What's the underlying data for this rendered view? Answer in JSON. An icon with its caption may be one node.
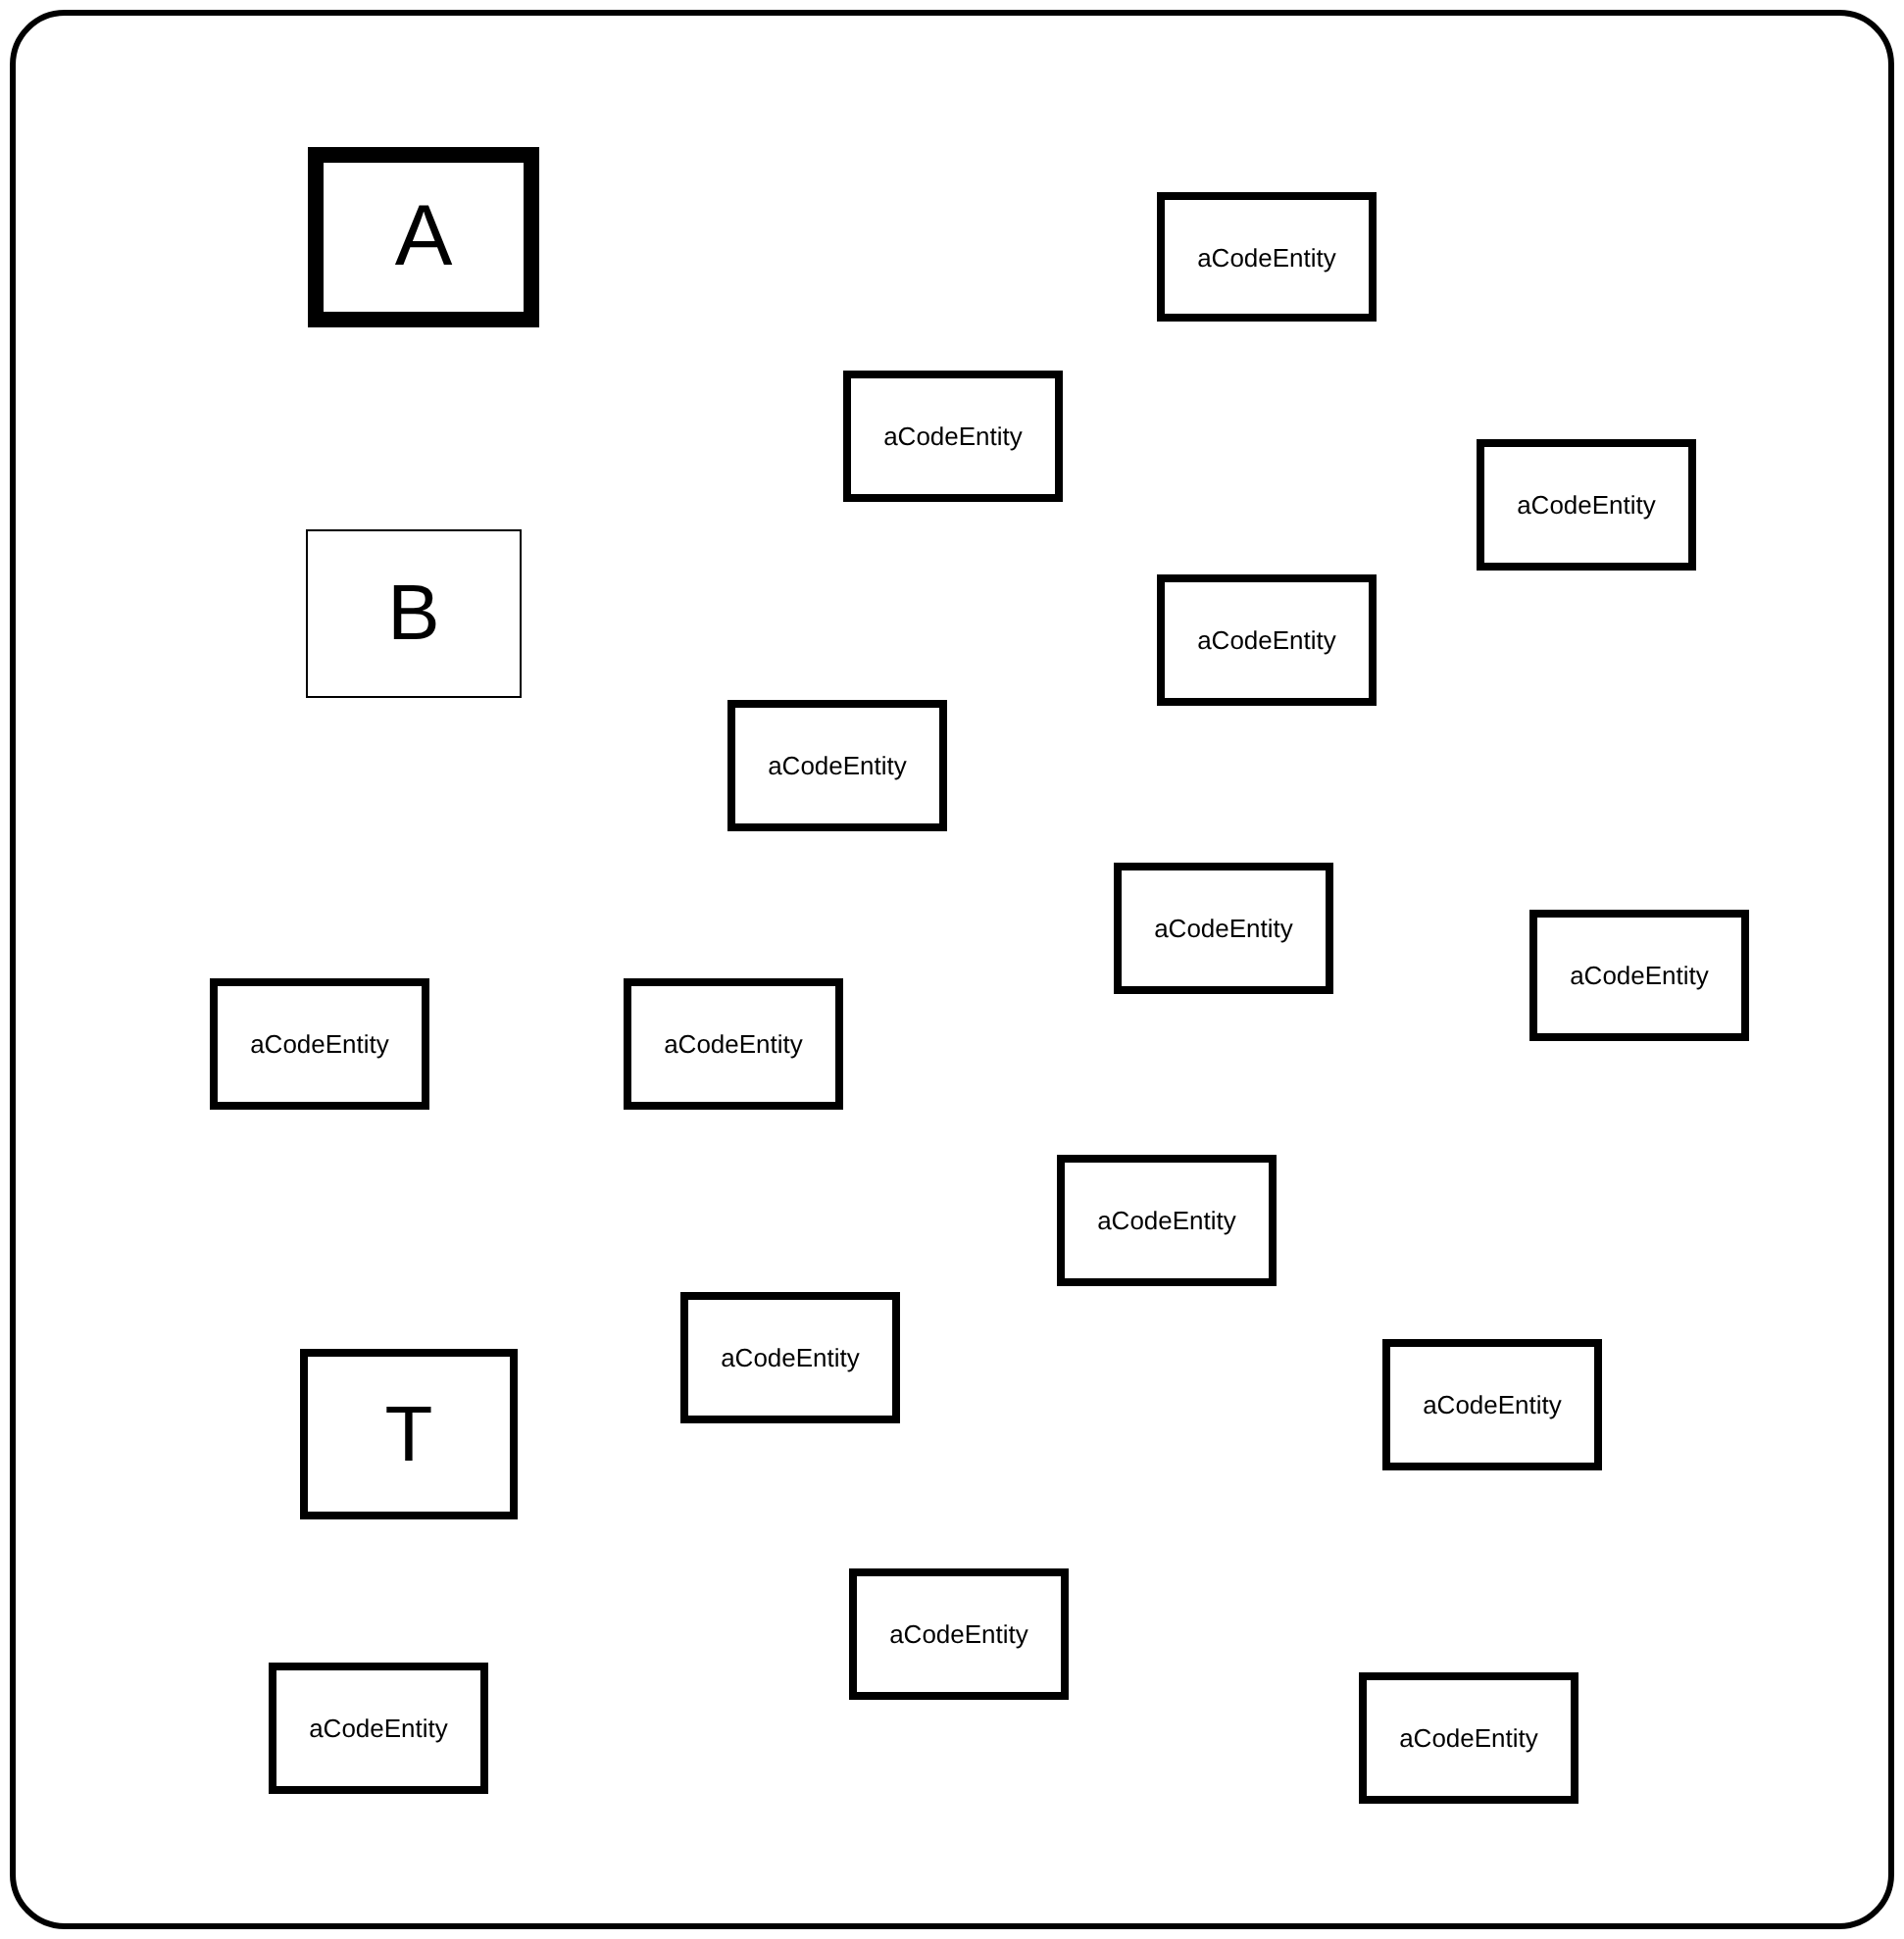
{
  "diagram": {
    "nodes": [
      {
        "text": [
          "A"
        ]
      },
      {
        "text": [
          "aCodeEntity"
        ]
      },
      {
        "text": [
          "aCodeEntity"
        ]
      },
      {
        "text": [
          "aCodeEntity"
        ]
      },
      {
        "text": [
          "B"
        ]
      },
      {
        "text": [
          "aCodeEntity"
        ]
      },
      {
        "text": [
          "aCodeEntity"
        ]
      },
      {
        "text": [
          "aCodeEntity"
        ]
      },
      {
        "text": [
          "aCodeEntity"
        ]
      },
      {
        "text": [
          "aCodeEntity"
        ]
      },
      {
        "text": [
          "aCodeEntity"
        ]
      },
      {
        "text": [
          "aCodeEntity"
        ]
      },
      {
        "text": [
          "aCodeEntity"
        ]
      },
      {
        "text": [
          "aCodeEntity"
        ]
      },
      {
        "text": [
          "T"
        ]
      },
      {
        "text": [
          "aCodeEntity"
        ]
      },
      {
        "text": [
          "aCodeEntity"
        ]
      },
      {
        "text": [
          "aCodeEntity"
        ]
      }
    ]
  }
}
